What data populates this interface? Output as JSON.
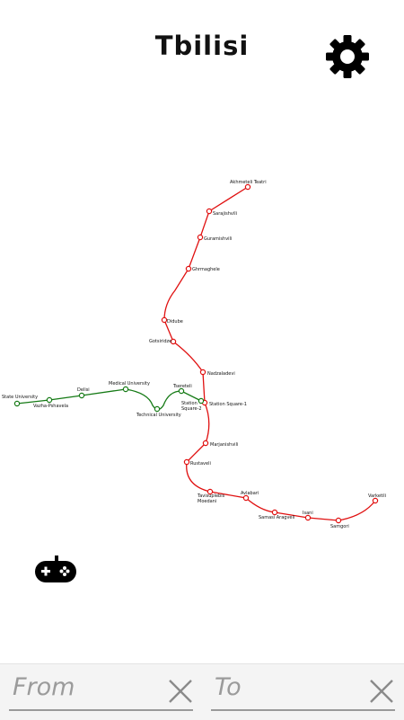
{
  "header": {
    "title": "Tbilisi"
  },
  "icons": {
    "settings": "gear-icon",
    "game": "gamepad-icon",
    "clear": "close-icon"
  },
  "colors": {
    "red_line": "#e01010",
    "green_line": "#157a15",
    "text": "#111111",
    "field_text": "#9b9b9b"
  },
  "search": {
    "from_placeholder": "From",
    "to_placeholder": "To"
  },
  "stations": {
    "red": [
      "Akhmeteli Teatri",
      "Sarajishvili",
      "Guramishvili",
      "Ghrmaghele",
      "Didube",
      "Gotsiridze",
      "Nadzaladevi",
      "Station Square-1",
      "Marjanishvili",
      "Rustaveli",
      "Tavisuplebis Moedani",
      "Avlabari",
      "Samasi Aragveli",
      "Isani",
      "Samgori",
      "Varketili"
    ],
    "green": [
      "State University",
      "Vazha-Pshavela",
      "Delisi",
      "Medical University",
      "Technical University",
      "Tsereteli",
      "Station Square-2"
    ]
  }
}
